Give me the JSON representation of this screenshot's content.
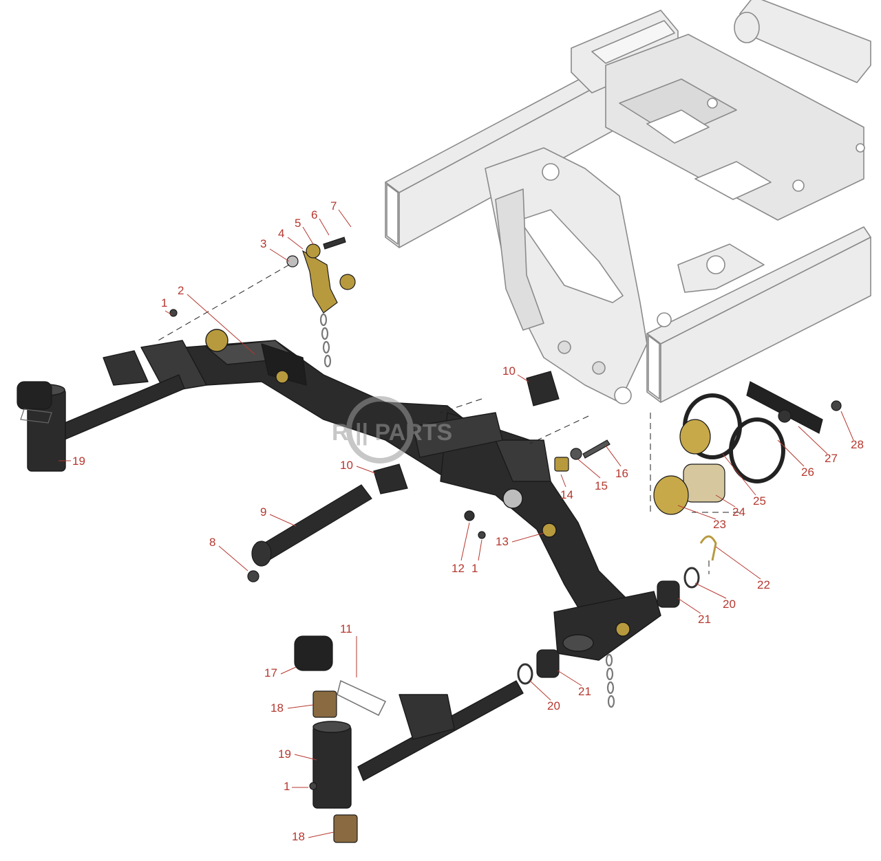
{
  "colors": {
    "callout": "#b5372e",
    "frame_fill": "#ececec",
    "frame_line": "#8a8a8a",
    "part_dark": "#2b2b2b",
    "part_mid": "#4a4a4a",
    "brass": "#b89a3e",
    "bronze": "#8a6a40",
    "watermark": "#9a9a9a"
  },
  "watermark": {
    "text": "R  ||  PARTS",
    "icon": "logo-mark-icon"
  },
  "callouts": [
    {
      "id": "c1a",
      "label": "1"
    },
    {
      "id": "c2",
      "label": "2"
    },
    {
      "id": "c3",
      "label": "3"
    },
    {
      "id": "c4",
      "label": "4"
    },
    {
      "id": "c5",
      "label": "5"
    },
    {
      "id": "c6",
      "label": "6"
    },
    {
      "id": "c7",
      "label": "7"
    },
    {
      "id": "c8",
      "label": "8"
    },
    {
      "id": "c9",
      "label": "9"
    },
    {
      "id": "c10a",
      "label": "10"
    },
    {
      "id": "c10b",
      "label": "10"
    },
    {
      "id": "c11",
      "label": "11"
    },
    {
      "id": "c12",
      "label": "12"
    },
    {
      "id": "c1b",
      "label": "1"
    },
    {
      "id": "c13",
      "label": "13"
    },
    {
      "id": "c14",
      "label": "14"
    },
    {
      "id": "c15",
      "label": "15"
    },
    {
      "id": "c16",
      "label": "16"
    },
    {
      "id": "c17",
      "label": "17"
    },
    {
      "id": "c18a",
      "label": "18"
    },
    {
      "id": "c18b",
      "label": "18"
    },
    {
      "id": "c19a",
      "label": "19"
    },
    {
      "id": "c19b",
      "label": "19"
    },
    {
      "id": "c1c",
      "label": "1"
    },
    {
      "id": "c20a",
      "label": "20"
    },
    {
      "id": "c20b",
      "label": "20"
    },
    {
      "id": "c21a",
      "label": "21"
    },
    {
      "id": "c21b",
      "label": "21"
    },
    {
      "id": "c22",
      "label": "22"
    },
    {
      "id": "c23",
      "label": "23"
    },
    {
      "id": "c24",
      "label": "24"
    },
    {
      "id": "c25",
      "label": "25"
    },
    {
      "id": "c26",
      "label": "26"
    },
    {
      "id": "c27",
      "label": "27"
    },
    {
      "id": "c28",
      "label": "28"
    }
  ]
}
